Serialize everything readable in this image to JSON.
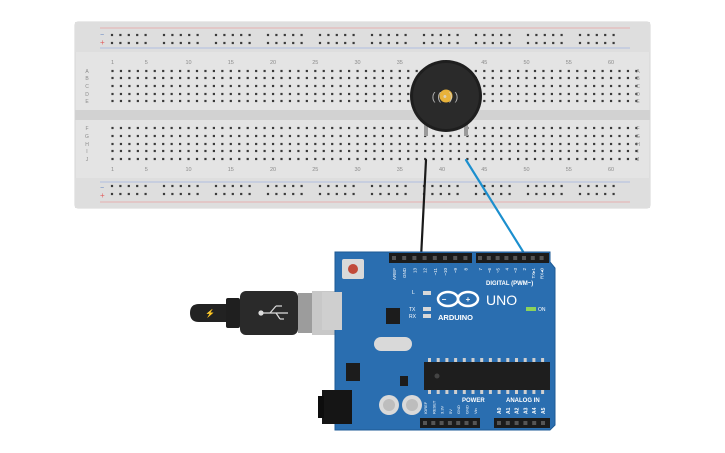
{
  "breadboard": {
    "column_labels": [
      "1",
      "5",
      "10",
      "15",
      "20",
      "25",
      "30",
      "35",
      "40",
      "45",
      "50",
      "55",
      "60"
    ],
    "rows_top": [
      "A",
      "B",
      "C",
      "D",
      "E"
    ],
    "rows_bottom": [
      "F",
      "G",
      "H",
      "I",
      "J"
    ],
    "rail_minus": "−",
    "rail_plus": "+"
  },
  "buzzer": {
    "sound_symbol": "((•))"
  },
  "arduino": {
    "brand": "ARDUINO",
    "model": "UNO",
    "on_label": "ON",
    "led_l": "L",
    "led_tx": "TX",
    "led_rx": "RX",
    "digital_header": "DIGITAL (PWM~)",
    "digital_pins_left": [
      "AREF",
      "GND",
      "13",
      "12",
      "~11",
      "~10",
      "~9",
      "8"
    ],
    "digital_pins_right": [
      "7",
      "~6",
      "~5",
      "4",
      "~3",
      "2",
      "TX▸1",
      "RX◂0"
    ],
    "power_header": "POWER",
    "power_pins": [
      "IOREF",
      "RESET",
      "3.3V",
      "5V",
      "GND",
      "GND",
      "Vin"
    ],
    "analog_header": "ANALOG IN",
    "analog_pins": [
      "A0",
      "A1",
      "A2",
      "A3",
      "A4",
      "A5"
    ]
  },
  "colors": {
    "breadboard": "#e3e3e3",
    "board_blue": "#2a6eb0",
    "board_dark": "#17528f",
    "wire_black": "#1a1a1a",
    "wire_blue": "#1c8fce",
    "rail_red": "#e06060",
    "rail_blue": "#5a7fc0"
  }
}
